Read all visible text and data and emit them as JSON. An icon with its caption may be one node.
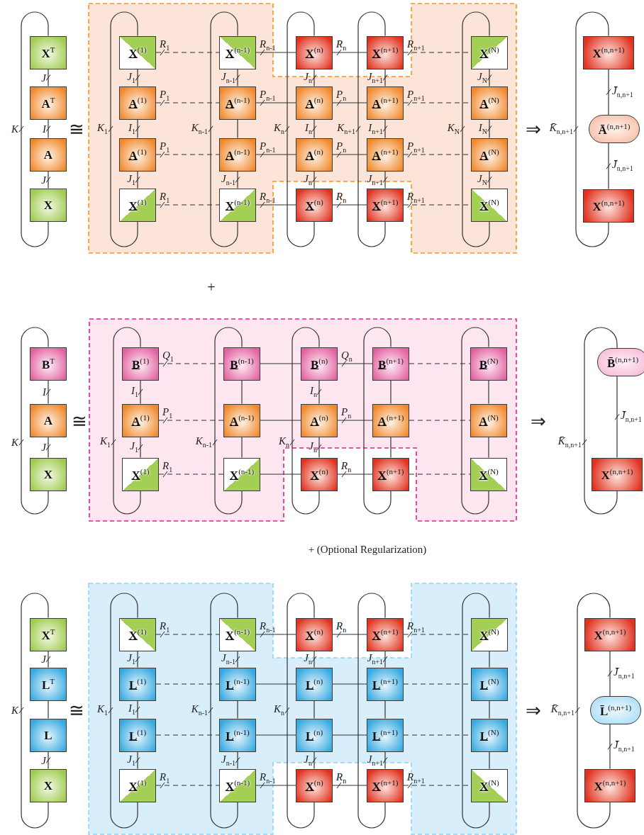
{
  "diagram": {
    "nodes": [
      {
        "text": [
          "**X**$^{T}$"
        ]
      },
      {
        "text": [
          "**A**$^{T}$"
        ]
      },
      {
        "text": [
          "**A**"
        ]
      },
      {
        "text": [
          "**X**"
        ]
      },
      {
        "text": [
          "**X**$^{(1)}$"
        ]
      },
      {
        "text": [
          "**A**$^{(1)}$"
        ]
      },
      {
        "text": [
          "**A**$^{(1)}$"
        ]
      },
      {
        "text": [
          "**X**$^{(1)}$"
        ]
      },
      {
        "text": [
          "**X**$^{(n-1)}$"
        ]
      },
      {
        "text": [
          "**A**$^{(n-1)}$"
        ]
      },
      {
        "text": [
          "**A**$^{(n-1)}$"
        ]
      },
      {
        "text": [
          "**X**$^{(n-1)}$"
        ]
      },
      {
        "text": [
          "**X**$^{(n)}$"
        ]
      },
      {
        "text": [
          "**A**$^{(n)}$"
        ]
      },
      {
        "text": [
          "**A**$^{(n)}$"
        ]
      },
      {
        "text": [
          "**X**$^{(n)}$"
        ]
      },
      {
        "text": [
          "**X**$^{(n+1)}$"
        ]
      },
      {
        "text": [
          "**A**$^{(n+1)}$"
        ]
      },
      {
        "text": [
          "**A**$^{(n+1)}$"
        ]
      },
      {
        "text": [
          "**X**$^{(n+1)}$"
        ]
      },
      {
        "text": [
          "**X**$^{(N)}$"
        ]
      },
      {
        "text": [
          "**A**$^{(N)}$"
        ]
      },
      {
        "text": [
          "**A**$^{(N)}$"
        ]
      },
      {
        "text": [
          "**X**$^{(N)}$"
        ]
      },
      {
        "text": [
          "**X**$^{(n,n+1)}$"
        ]
      },
      {
        "text": [
          "**Ā**$^{(n,n+1)}$"
        ]
      },
      {
        "text": [
          "**X**$^{(n,n+1)}$"
        ]
      },
      {
        "text": [
          "**B**$^{T}$"
        ]
      },
      {
        "text": [
          "**A**"
        ]
      },
      {
        "text": [
          "**X**"
        ]
      },
      {
        "text": [
          "**B**$^{(1)}$"
        ]
      },
      {
        "text": [
          "**A**$^{(1)}$"
        ]
      },
      {
        "text": [
          "**X**$^{(1)}$"
        ]
      },
      {
        "text": [
          "**B**$^{(n-1)}$"
        ]
      },
      {
        "text": [
          "**A**$^{(n-1)}$"
        ]
      },
      {
        "text": [
          "**X**$^{(n-1)}$"
        ]
      },
      {
        "text": [
          "**B**$^{(n)}$"
        ]
      },
      {
        "text": [
          "**A**$^{(n)}$"
        ]
      },
      {
        "text": [
          "**X**$^{(n)}$"
        ]
      },
      {
        "text": [
          "**B**$^{(n+1)}$"
        ]
      },
      {
        "text": [
          "**A**$^{(n+1)}$"
        ]
      },
      {
        "text": [
          "**X**$^{(n+1)}$"
        ]
      },
      {
        "text": [
          "**B**$^{(N)}$"
        ]
      },
      {
        "text": [
          "**A**$^{(N)}$"
        ]
      },
      {
        "text": [
          "**X**$^{(N)}$"
        ]
      },
      {
        "text": [
          "**B̄**$^{(n,n+1)}$"
        ]
      },
      {
        "text": [
          "**X**$^{(n,n+1)}$"
        ]
      },
      {
        "text": [
          "**X**$^{T}$"
        ]
      },
      {
        "text": [
          "**L**$^{T}$"
        ]
      },
      {
        "text": [
          "**L**"
        ]
      },
      {
        "text": [
          "**X**"
        ]
      },
      {
        "text": [
          "**X**$^{(1)}$"
        ]
      },
      {
        "text": [
          "**L**$^{(1)}$"
        ]
      },
      {
        "text": [
          "**L**$^{(1)}$"
        ]
      },
      {
        "text": [
          "**X**$^{(1)}$"
        ]
      },
      {
        "text": [
          "**X**$^{(n-1)}$"
        ]
      },
      {
        "text": [
          "**L**$^{(n-1)}$"
        ]
      },
      {
        "text": [
          "**L**$^{(n-1)}$"
        ]
      },
      {
        "text": [
          "**X**$^{(n-1)}$"
        ]
      },
      {
        "text": [
          "**X**$^{(n)}$"
        ]
      },
      {
        "text": [
          "**L**$^{(n)}$"
        ]
      },
      {
        "text": [
          "**L**$^{(n)}$"
        ]
      },
      {
        "text": [
          "**X**$^{(n)}$"
        ]
      },
      {
        "text": [
          "**X**$^{(n+1)}$"
        ]
      },
      {
        "text": [
          "**L**$^{(n+1)}$"
        ]
      },
      {
        "text": [
          "**L**$^{(n+1)}$"
        ]
      },
      {
        "text": [
          "**X**$^{(n+1)}$"
        ]
      },
      {
        "text": [
          "**X**$^{(N)}$"
        ]
      },
      {
        "text": [
          "**L**$^{(N)}$"
        ]
      },
      {
        "text": [
          "**L**$^{(N)}$"
        ]
      },
      {
        "text": [
          "**X**$^{(N)}$"
        ]
      },
      {
        "text": [
          "**X**$^{(n,n+1)}$"
        ]
      },
      {
        "text": [
          "**L̄**$^{(n,n+1)}$"
        ]
      },
      {
        "text": [
          "**X**$^{(n,n+1)}$"
        ]
      }
    ],
    "edges": [
      {
        "from": 0,
        "to": 1,
        "arrow": "none",
        "label": "*J*"
      },
      {
        "from": 1,
        "to": 2,
        "arrow": "none",
        "label": "*I*"
      },
      {
        "from": 2,
        "to": 3,
        "arrow": "none",
        "label": "*J*"
      },
      {
        "from": 0,
        "to": 3,
        "arrow": "none",
        "label": "*K*"
      },
      {
        "from": 4,
        "to": 5,
        "arrow": "none",
        "label": "*J*$_{1}$"
      },
      {
        "from": 5,
        "to": 6,
        "arrow": "none",
        "label": "*I*$_{1}$"
      },
      {
        "from": 6,
        "to": 7,
        "arrow": "none",
        "label": "*J*$_{1}$"
      },
      {
        "from": 4,
        "to": 7,
        "arrow": "none",
        "label": "*K*$_{1}$"
      },
      {
        "from": 8,
        "to": 9,
        "arrow": "none",
        "label": "*J*$_{n-1}$"
      },
      {
        "from": 9,
        "to": 10,
        "arrow": "none"
      },
      {
        "from": 10,
        "to": 11,
        "arrow": "none",
        "label": "*J*$_{n-1}$"
      },
      {
        "from": 8,
        "to": 11,
        "arrow": "none",
        "label": "*K*$_{n-1}$"
      },
      {
        "from": 12,
        "to": 13,
        "arrow": "none",
        "label": "*J*$_{n}$"
      },
      {
        "from": 13,
        "to": 14,
        "arrow": "none",
        "label": "*I*$_{n}$"
      },
      {
        "from": 14,
        "to": 15,
        "arrow": "none",
        "label": "*J*$_{n}$"
      },
      {
        "from": 12,
        "to": 15,
        "arrow": "none",
        "label": "*K*$_{n}$"
      },
      {
        "from": 16,
        "to": 17,
        "arrow": "none",
        "label": "*J*$_{n+1}$"
      },
      {
        "from": 17,
        "to": 18,
        "arrow": "none",
        "label": "*I*$_{n+1}$"
      },
      {
        "from": 18,
        "to": 19,
        "arrow": "none",
        "label": "*J*$_{n+1}$"
      },
      {
        "from": 16,
        "to": 19,
        "arrow": "none",
        "label": "*K*$_{n+1}$"
      },
      {
        "from": 20,
        "to": 21,
        "arrow": "none",
        "label": "*J*$_{N}$"
      },
      {
        "from": 21,
        "to": 22,
        "arrow": "none",
        "label": "*I*$_{N}$"
      },
      {
        "from": 22,
        "to": 23,
        "arrow": "none",
        "label": "*J*$_{N}$"
      },
      {
        "from": 20,
        "to": 23,
        "arrow": "none",
        "label": "*K*$_{N}$"
      },
      {
        "from": 4,
        "to": 8,
        "arrow": "none",
        "label": "*R*$_{1}$",
        "style": "dashed"
      },
      {
        "from": 8,
        "to": 12,
        "arrow": "none",
        "label": "*R*$_{n-1}$"
      },
      {
        "from": 12,
        "to": 16,
        "arrow": "none",
        "label": "*R*$_{n}$"
      },
      {
        "from": 16,
        "to": 20,
        "arrow": "none",
        "label": "*R*$_{n+1}$",
        "style": "dashed"
      },
      {
        "from": 5,
        "to": 9,
        "arrow": "none",
        "label": "*P*$_{1}$",
        "style": "dashed"
      },
      {
        "from": 9,
        "to": 13,
        "arrow": "none",
        "label": "*P*$_{n-1}$"
      },
      {
        "from": 13,
        "to": 17,
        "arrow": "none",
        "label": "*P*$_{n}$"
      },
      {
        "from": 17,
        "to": 21,
        "arrow": "none",
        "label": "*P*$_{n+1}$",
        "style": "dashed"
      },
      {
        "from": 6,
        "to": 10,
        "arrow": "none",
        "label": "*P*$_{1}$",
        "style": "dashed"
      },
      {
        "from": 10,
        "to": 14,
        "arrow": "none",
        "label": "*P*$_{n-1}$"
      },
      {
        "from": 14,
        "to": 18,
        "arrow": "none",
        "label": "*P*$_{n}$"
      },
      {
        "from": 18,
        "to": 22,
        "arrow": "none",
        "label": "*P*$_{n+1}$",
        "style": "dashed"
      },
      {
        "from": 7,
        "to": 11,
        "arrow": "none",
        "label": "*R*$_{1}$",
        "style": "dashed"
      },
      {
        "from": 11,
        "to": 15,
        "arrow": "none",
        "label": "*R*$_{n-1}$"
      },
      {
        "from": 15,
        "to": 19,
        "arrow": "none",
        "label": "*R*$_{n}$"
      },
      {
        "from": 19,
        "to": 23,
        "arrow": "none",
        "label": "*R*$_{n+1}$",
        "style": "dashed"
      },
      {
        "from": 24,
        "to": 25,
        "arrow": "none",
        "label": "*J̄*$_{n,n+1}$"
      },
      {
        "from": 25,
        "to": 26,
        "arrow": "none",
        "label": "*J̄*$_{n,n+1}$"
      },
      {
        "from": 24,
        "to": 26,
        "arrow": "none",
        "label": "*K̄*$_{n,n+1}$"
      },
      {
        "from": 27,
        "to": 28,
        "arrow": "none",
        "label": "*I*"
      },
      {
        "from": 28,
        "to": 29,
        "arrow": "none",
        "label": "*J*"
      },
      {
        "from": 27,
        "to": 29,
        "arrow": "none",
        "label": "*K*"
      },
      {
        "from": 30,
        "to": 31,
        "arrow": "none",
        "label": "*I*$_{1}$"
      },
      {
        "from": 31,
        "to": 32,
        "arrow": "none",
        "label": "*J*$_{1}$"
      },
      {
        "from": 30,
        "to": 32,
        "arrow": "none",
        "label": "*K*$_{1}$"
      },
      {
        "from": 33,
        "to": 34,
        "arrow": "none"
      },
      {
        "from": 34,
        "to": 35,
        "arrow": "none"
      },
      {
        "from": 33,
        "to": 35,
        "arrow": "none",
        "label": "*K*$_{n-1}$"
      },
      {
        "from": 36,
        "to": 37,
        "arrow": "none",
        "label": "*I*$_{n}$"
      },
      {
        "from": 37,
        "to": 38,
        "arrow": "none",
        "label": "*J*$_{n}$"
      },
      {
        "from": 36,
        "to": 38,
        "arrow": "none",
        "label": "*K*$_{n}$"
      },
      {
        "from": 39,
        "to": 40,
        "arrow": "none"
      },
      {
        "from": 40,
        "to": 41,
        "arrow": "none"
      },
      {
        "from": 39,
        "to": 41,
        "arrow": "none"
      },
      {
        "from": 42,
        "to": 43,
        "arrow": "none"
      },
      {
        "from": 43,
        "to": 44,
        "arrow": "none"
      },
      {
        "from": 42,
        "to": 44,
        "arrow": "none"
      },
      {
        "from": 30,
        "to": 33,
        "arrow": "none",
        "label": "*Q*$_{1}$",
        "style": "dashed"
      },
      {
        "from": 33,
        "to": 36,
        "arrow": "none"
      },
      {
        "from": 36,
        "to": 39,
        "arrow": "none",
        "label": "*Q*$_{n}$"
      },
      {
        "from": 39,
        "to": 42,
        "arrow": "none",
        "style": "dashed"
      },
      {
        "from": 31,
        "to": 34,
        "arrow": "none",
        "label": "*P*$_{1}$",
        "style": "dashed"
      },
      {
        "from": 34,
        "to": 37,
        "arrow": "none"
      },
      {
        "from": 37,
        "to": 40,
        "arrow": "none",
        "label": "*P*$_{n}$"
      },
      {
        "from": 40,
        "to": 43,
        "arrow": "none",
        "style": "dashed"
      },
      {
        "from": 32,
        "to": 35,
        "arrow": "none",
        "label": "*R*$_{1}$",
        "style": "dashed"
      },
      {
        "from": 35,
        "to": 38,
        "arrow": "none"
      },
      {
        "from": 38,
        "to": 41,
        "arrow": "none",
        "label": "*R*$_{n}$"
      },
      {
        "from": 41,
        "to": 44,
        "arrow": "none",
        "style": "dashed"
      },
      {
        "from": 45,
        "to": 46,
        "arrow": "none",
        "label": "*J̄*$_{n,n+1}$"
      },
      {
        "from": 45,
        "to": 46,
        "arrow": "none",
        "label": "*K̄*$_{n,n+1}$"
      },
      {
        "from": 47,
        "to": 48,
        "arrow": "none",
        "label": "*J*"
      },
      {
        "from": 48,
        "to": 49,
        "arrow": "none"
      },
      {
        "from": 49,
        "to": 50,
        "arrow": "none",
        "label": "*J*"
      },
      {
        "from": 47,
        "to": 50,
        "arrow": "none",
        "label": "*K*"
      },
      {
        "from": 51,
        "to": 52,
        "arrow": "none",
        "label": "*J*$_{1}$"
      },
      {
        "from": 52,
        "to": 53,
        "arrow": "none",
        "label": "*I*$_{1}$"
      },
      {
        "from": 53,
        "to": 54,
        "arrow": "none",
        "label": "*J*$_{1}$"
      },
      {
        "from": 51,
        "to": 54,
        "arrow": "none",
        "label": "*K*$_{1}$"
      },
      {
        "from": 55,
        "to": 56,
        "arrow": "none",
        "label": "*J*$_{n-1}$"
      },
      {
        "from": 56,
        "to": 57,
        "arrow": "none"
      },
      {
        "from": 57,
        "to": 58,
        "arrow": "none",
        "label": "*J*$_{n-1}$"
      },
      {
        "from": 55,
        "to": 58,
        "arrow": "none",
        "label": "*K*$_{n-1}$"
      },
      {
        "from": 59,
        "to": 60,
        "arrow": "none",
        "label": "*J*$_{n}$"
      },
      {
        "from": 60,
        "to": 61,
        "arrow": "none"
      },
      {
        "from": 61,
        "to": 62,
        "arrow": "none",
        "label": "*J*$_{n}$"
      },
      {
        "from": 59,
        "to": 62,
        "arrow": "none",
        "label": "*K*$_{n}$"
      },
      {
        "from": 63,
        "to": 64,
        "arrow": "none",
        "label": "*J*$_{n+1}$"
      },
      {
        "from": 64,
        "to": 65,
        "arrow": "none"
      },
      {
        "from": 65,
        "to": 66,
        "arrow": "none",
        "label": "*J*$_{n+1}$"
      },
      {
        "from": 63,
        "to": 66,
        "arrow": "none"
      },
      {
        "from": 67,
        "to": 68,
        "arrow": "none"
      },
      {
        "from": 68,
        "to": 69,
        "arrow": "none"
      },
      {
        "from": 69,
        "to": 70,
        "arrow": "none"
      },
      {
        "from": 67,
        "to": 70,
        "arrow": "none"
      },
      {
        "from": 51,
        "to": 55,
        "arrow": "none",
        "label": "*R*$_{1}$",
        "style": "dashed"
      },
      {
        "from": 55,
        "to": 59,
        "arrow": "none",
        "label": "*R*$_{n-1}$"
      },
      {
        "from": 59,
        "to": 63,
        "arrow": "none",
        "label": "*R*$_{n}$"
      },
      {
        "from": 63,
        "to": 67,
        "arrow": "none",
        "label": "*R*$_{n+1}$",
        "style": "dashed"
      },
      {
        "from": 52,
        "to": 56,
        "arrow": "none",
        "style": "dashed"
      },
      {
        "from": 56,
        "to": 60,
        "arrow": "none"
      },
      {
        "from": 60,
        "to": 64,
        "arrow": "none"
      },
      {
        "from": 64,
        "to": 68,
        "arrow": "none",
        "style": "dashed"
      },
      {
        "from": 53,
        "to": 57,
        "arrow": "none",
        "style": "dashed"
      },
      {
        "from": 57,
        "to": 61,
        "arrow": "none"
      },
      {
        "from": 61,
        "to": 65,
        "arrow": "none"
      },
      {
        "from": 65,
        "to": 69,
        "arrow": "none",
        "style": "dashed"
      },
      {
        "from": 54,
        "to": 58,
        "arrow": "none",
        "label": "*R*$_{1}$",
        "style": "dashed"
      },
      {
        "from": 58,
        "to": 62,
        "arrow": "none",
        "label": "*R*$_{n-1}$"
      },
      {
        "from": 62,
        "to": 66,
        "arrow": "none",
        "label": "*R*$_{n}$"
      },
      {
        "from": 66,
        "to": 70,
        "arrow": "none",
        "label": "*R*$_{n+1}$",
        "style": "dashed"
      },
      {
        "from": 71,
        "to": 72,
        "arrow": "none",
        "label": "*J̄*$_{n,n+1}$"
      },
      {
        "from": 72,
        "to": 73,
        "arrow": "none",
        "label": "*J̄*$_{n,n+1}$"
      },
      {
        "from": 71,
        "to": 73,
        "arrow": "none",
        "label": "*K̄*$_{n,n+1}$"
      }
    ],
    "labels": [
      "≅",
      "⇒",
      "+",
      "≅",
      "⇒",
      "+ (Optional Regularization)",
      "≅",
      "⇒"
    ]
  }
}
